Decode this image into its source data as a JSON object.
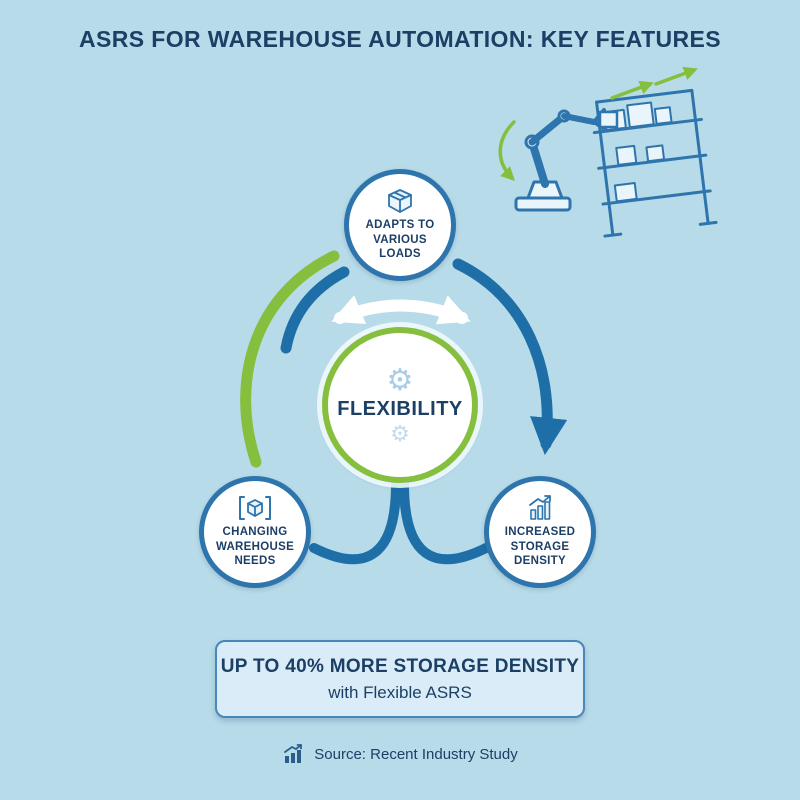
{
  "title": "ASRS FOR WAREHOUSE AUTOMATION: KEY FEATURES",
  "diagram": {
    "center_label": "FLEXIBILITY",
    "nodes": {
      "top": {
        "label": "ADAPTS TO VARIOUS LOADS",
        "icon": "package-icon"
      },
      "left": {
        "label": "CHANGING WAREHOUSE NEEDS",
        "icon": "cube-scan-icon"
      },
      "right": {
        "label": "INCREASED STORAGE DENSITY",
        "icon": "bar-chart-icon"
      }
    },
    "center_icons": [
      "gear-icon",
      "gear-outline-icon"
    ],
    "illustration": "robot-arm-loading-shelf"
  },
  "banner": {
    "line1": "UP TO 40% MORE STORAGE DENSITY",
    "line2": "with Flexible ASRS"
  },
  "footer": {
    "icon": "growth-chart-icon",
    "source_text": "Source: Recent Industry Study"
  },
  "icons": {
    "gear": "⚙"
  },
  "colors": {
    "bg": "#b7dbe9",
    "navy": "#1c3f66",
    "blue": "#2e74ad",
    "arc-blue": "#1e6fa8",
    "green": "#86bf3e",
    "banner-fill": "#d9ecf7",
    "banner-border": "#4a86b8",
    "icon-light": "#a7cde8"
  }
}
